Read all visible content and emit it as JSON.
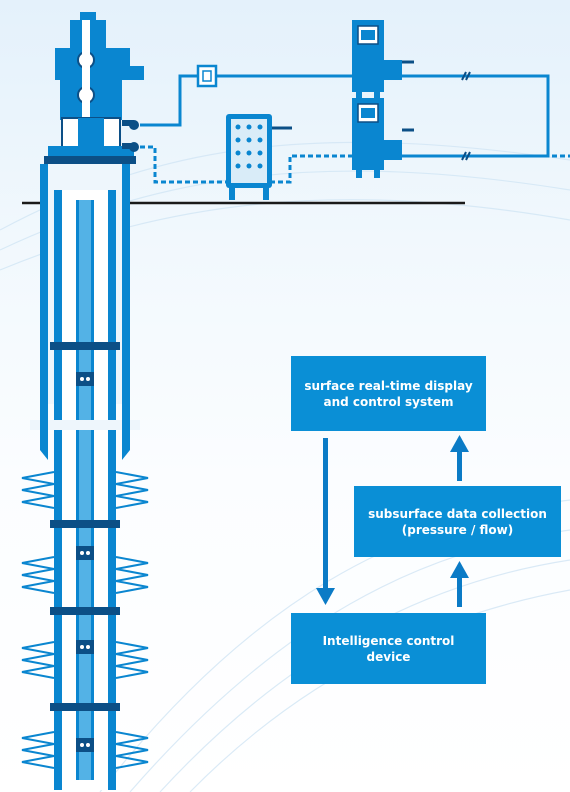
{
  "colors": {
    "primary": "#0a86d0",
    "box_fill": "#0a8fd6",
    "outline": "#0c4f86",
    "light_fill": "#ffffff",
    "ground": "#1a1a1a",
    "arrow": "#0b7bc6"
  },
  "flow_boxes": {
    "surface": {
      "line1": "surface real-time display",
      "line2": "and control system"
    },
    "subsurface": {
      "line1": "subsurface data collection",
      "line2": "(pressure / flow)"
    },
    "intelligence": {
      "line1": "Intelligence control device"
    }
  },
  "arrows": [
    {
      "from": "surface",
      "to": "intelligence",
      "direction": "down"
    },
    {
      "from": "intelligence",
      "to": "subsurface",
      "direction": "up"
    },
    {
      "from": "subsurface",
      "to": "surface",
      "direction": "up"
    }
  ],
  "icons": {
    "wellhead": "wellhead-icon",
    "monitor_upper": "surface-monitor-icon",
    "monitor_lower": "surface-monitor-icon",
    "control_panel": "control-panel-icon",
    "meter": "meter-icon",
    "packer": "packer-icon"
  }
}
